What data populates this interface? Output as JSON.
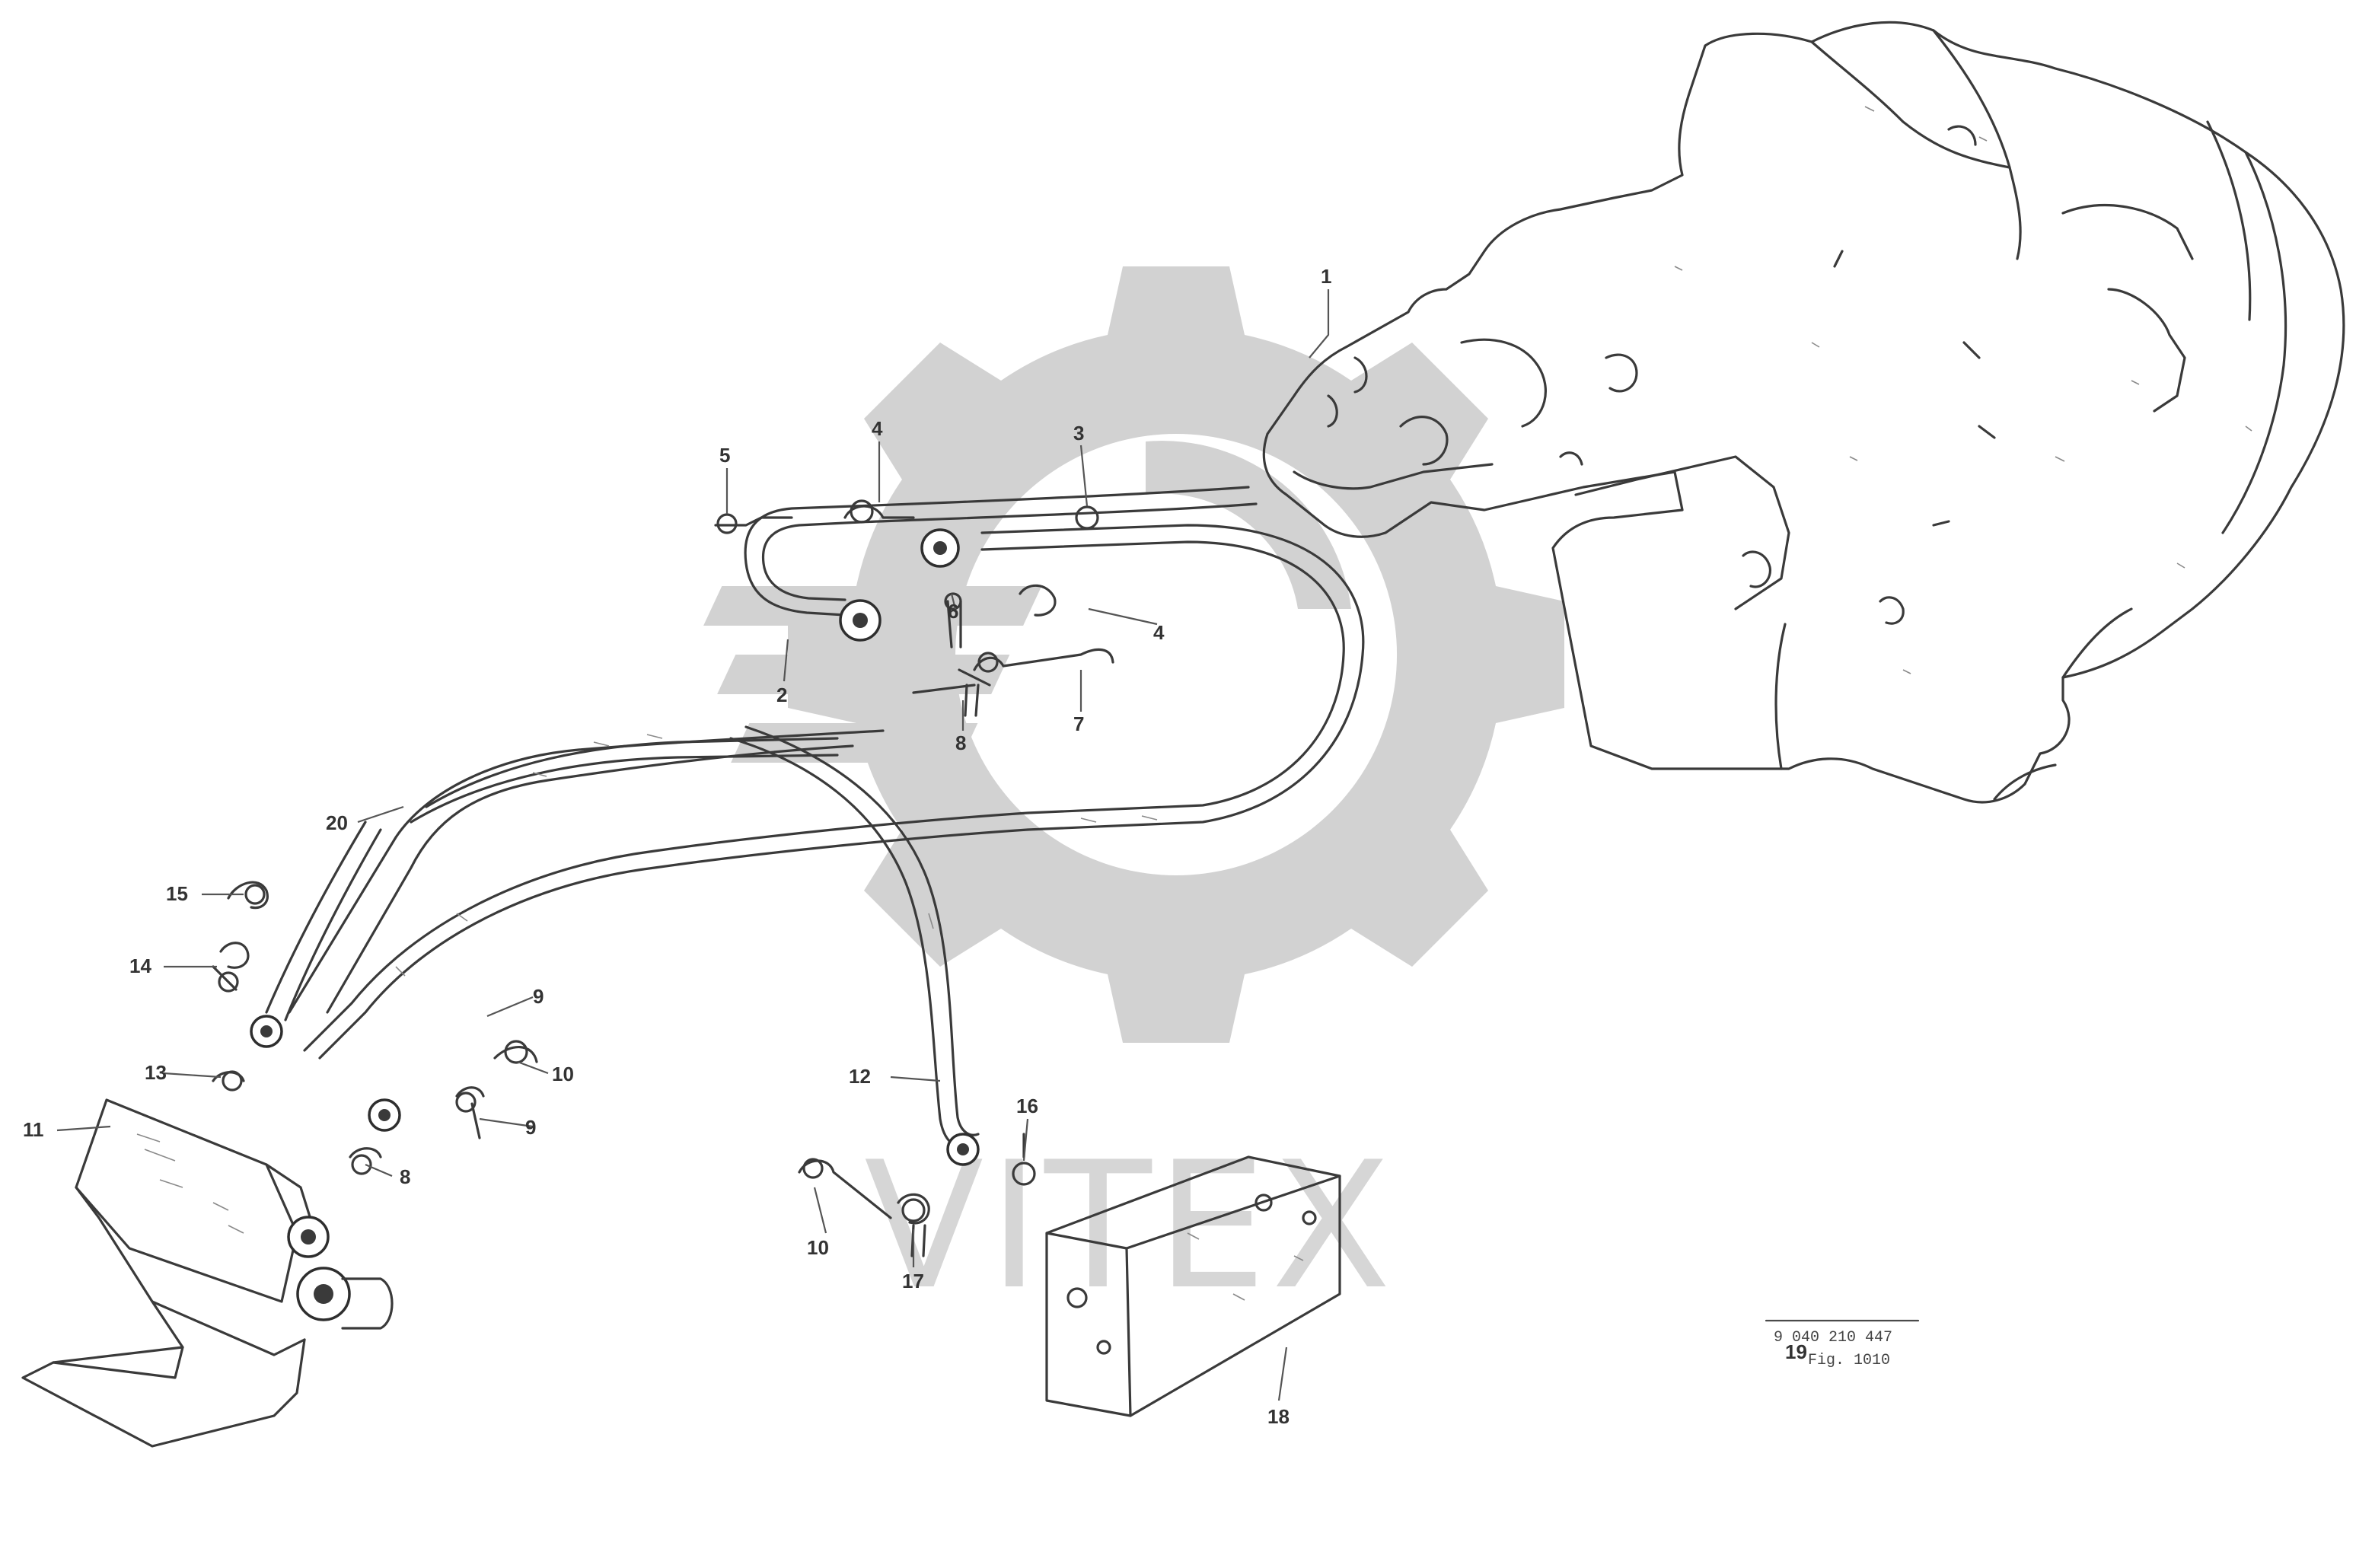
{
  "watermark": {
    "text": "VITEX",
    "icon": "gear-icon",
    "color": "#d2d2d2"
  },
  "callouts": {
    "c1": "1",
    "c2": "2",
    "c3": "3",
    "c4a": "4",
    "c4b": "4",
    "c5": "5",
    "c6": "6",
    "c7": "7",
    "c8a": "8",
    "c8b": "8",
    "c9a": "9",
    "c9b": "9",
    "c10a": "10",
    "c10b": "10",
    "c11": "11",
    "c12": "12",
    "c13": "13",
    "c14": "14",
    "c15": "15",
    "c16": "16",
    "c17": "17",
    "c18": "18",
    "c19": "19",
    "c20": "20"
  },
  "stamp": {
    "code": "9 040 210 447",
    "ref": "Fig. 1010"
  },
  "colors": {
    "line": "#3a3a3a",
    "background": "#ffffff"
  }
}
